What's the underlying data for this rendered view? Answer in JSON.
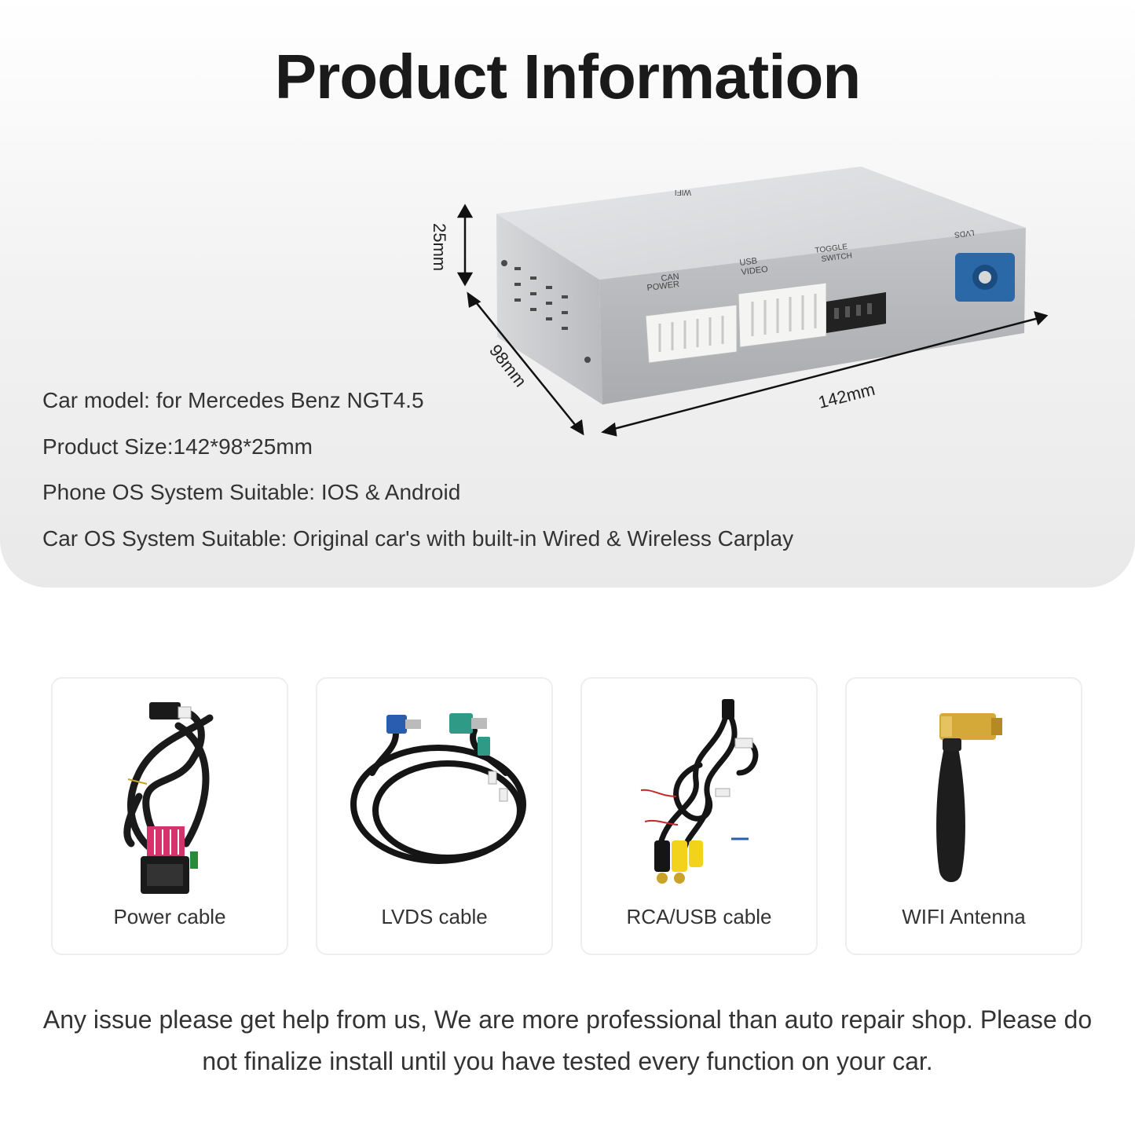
{
  "title": "Product Information",
  "diagram": {
    "dim_height": "25mm",
    "dim_depth": "98mm",
    "dim_width": "142mm",
    "port_can": "CAN\nPOWER",
    "port_usb": "USB\nVIDEO",
    "port_toggle": "TOGGLE\nSWITCH",
    "port_lvds": "LVDS",
    "top_wifi": "WIFI"
  },
  "specs": [
    "Car model: for Mercedes Benz NGT4.5",
    "Product Size:142*98*25mm",
    "Phone OS System Suitable: IOS & Android",
    "Car OS System Suitable: Original car's with built-in Wired & Wireless Carplay"
  ],
  "accessories": [
    {
      "label": "Power cable",
      "icon": "power-cable"
    },
    {
      "label": "LVDS cable",
      "icon": "lvds-cable"
    },
    {
      "label": "RCA/USB cable",
      "icon": "rca-usb-cable"
    },
    {
      "label": "WIFI Antenna",
      "icon": "wifi-antenna"
    }
  ],
  "footer": "Any issue please get help from us, We are more professional than auto repair shop. Please do not finalize install until you have tested every function on your car.",
  "colors": {
    "lvds_connector": "#2a68a8",
    "fakra_green": "#2f9a86",
    "rca_yellow": "#f2d21b"
  }
}
